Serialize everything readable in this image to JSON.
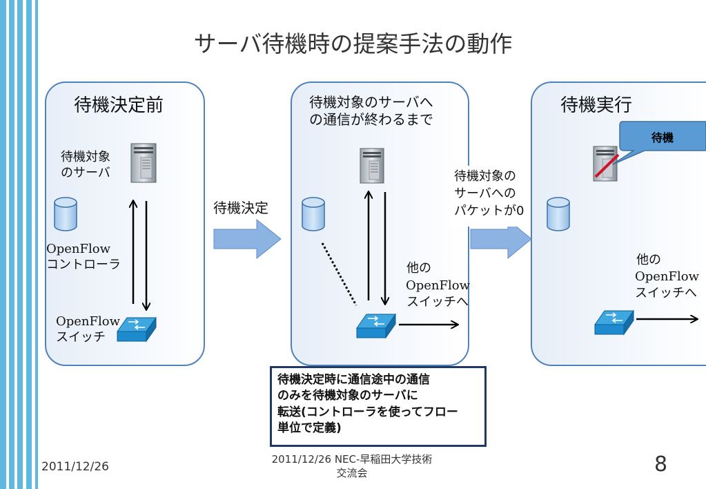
{
  "title": "サーバ待機時の提案手法の動作",
  "panels": {
    "before": {
      "title": "待機決定前",
      "server_label": [
        "待機対象",
        "のサーバ"
      ],
      "controller_label": [
        "OpenFlow",
        "コントローラ"
      ],
      "switch_label": [
        "OpenFlow",
        "スイッチ"
      ]
    },
    "during": {
      "title": [
        "待機対象のサーバへ",
        "の通信が終わるまで"
      ],
      "other_switch_label": [
        "他の",
        "OpenFlow",
        "スイッチへ"
      ]
    },
    "after": {
      "title": "待機実行",
      "callout": "待機",
      "other_switch_label": [
        "他の",
        "OpenFlow",
        "スイッチへ"
      ]
    }
  },
  "transition1_label": "待機決定",
  "transition2_label": [
    "待機対象の",
    "サーバへの",
    "パケットが0"
  ],
  "note": [
    "待機決定時に通信途中の通信",
    "のみを待機対象のサーバに",
    "転送(コントローラを使ってフロー",
    "単位で定義)"
  ],
  "footer": {
    "date": "2011/12/26",
    "center": [
      "2011/12/26 NEC-早稲田大学技術",
      "交流会"
    ],
    "page_number": "8"
  },
  "colors": {
    "panel_border": "#4f81bd",
    "arrow_fill": "#8db3e2",
    "switch_blue": "#1e8bcf",
    "stripe_blue": "#5fb8e0",
    "note_border": "#1f3864",
    "callout_fill": "#5b9bd5"
  }
}
